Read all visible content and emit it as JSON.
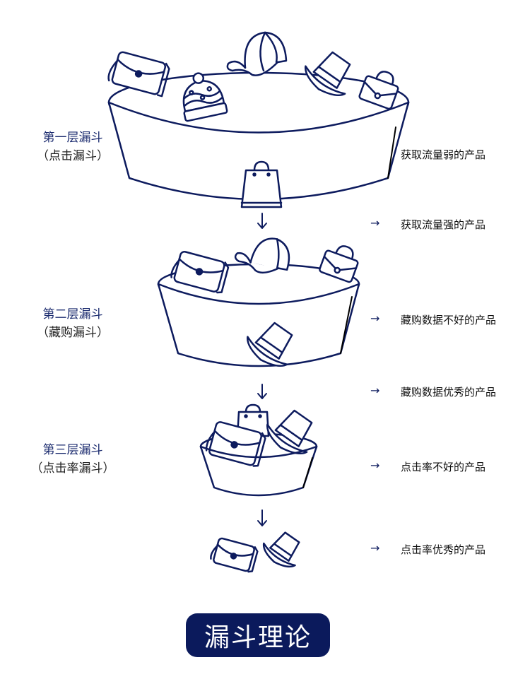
{
  "colors": {
    "navy": "#0d1b5e",
    "badge_bg": "#0b1a5c",
    "title_blue": "#1a2a6e"
  },
  "layers": [
    {
      "title": "第一层漏斗",
      "subtitle": "（点击漏斗）"
    },
    {
      "title": "第二层漏斗",
      "subtitle": "（藏购漏斗）"
    },
    {
      "title": "第三层漏斗",
      "subtitle": "（点击率漏斗）"
    }
  ],
  "notes": [
    {
      "arrow": "",
      "text": "获取流量弱的产品"
    },
    {
      "arrow": "→",
      "text": "获取流量强的产品"
    },
    {
      "arrow": "→",
      "text": "藏购数据不好的产品"
    },
    {
      "arrow": "→",
      "text": "藏购数据优秀的产品"
    },
    {
      "arrow": "→",
      "text": "点击率不好的产品"
    },
    {
      "arrow": "→",
      "text": "点击率优秀的产品"
    }
  ],
  "icons": [
    "handbag-icon",
    "beanie-icon",
    "cap-icon",
    "bucket-hat-icon",
    "purse-icon",
    "shopping-bag-icon",
    "down-arrow-icon",
    "right-arrow-icon"
  ],
  "badge": {
    "label": "漏斗理论"
  }
}
